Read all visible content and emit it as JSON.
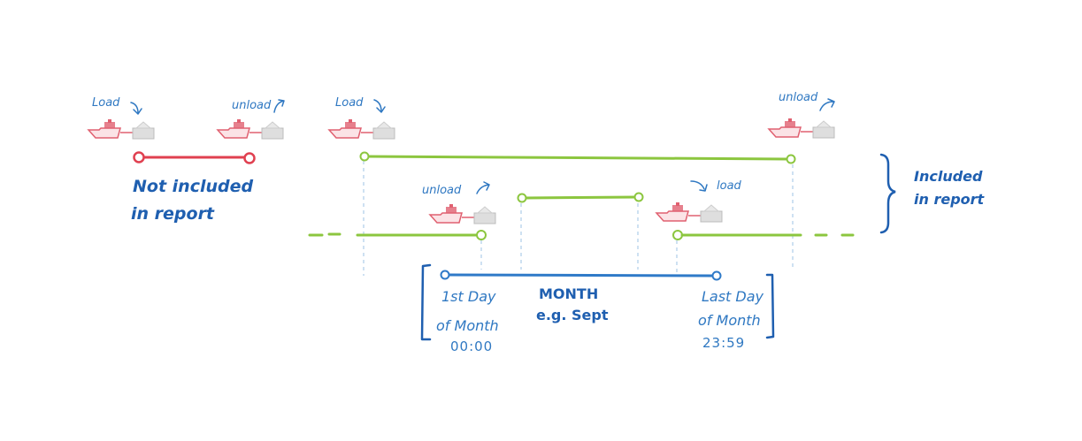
{
  "labels": {
    "load_1": "Load",
    "unload_1": "unload",
    "load_2": "Load",
    "unload_2": "unload",
    "unload_3": "unload",
    "load_3": "load",
    "not_included_line1": "Not included",
    "not_included_line2": "in report",
    "included_line1": "Included",
    "included_line2": "in report",
    "first_day_line1": "1st Day",
    "first_day_line2": "of Month",
    "first_day_time": "00:00",
    "month_line1": "MONTH",
    "month_line2": "e.g. Sept",
    "last_day_line1": "Last Day",
    "last_day_line2": "of Month",
    "last_day_time": "23:59"
  },
  "colors": {
    "not_included": "#e04050",
    "included": "#8cc63f",
    "month": "#2f7ac8",
    "text": "#1f5fb0",
    "ship": "#e06070",
    "cargo": "#c8c8c8"
  },
  "icons": [
    "ship-icon",
    "arrow-icon",
    "brace-icon"
  ]
}
